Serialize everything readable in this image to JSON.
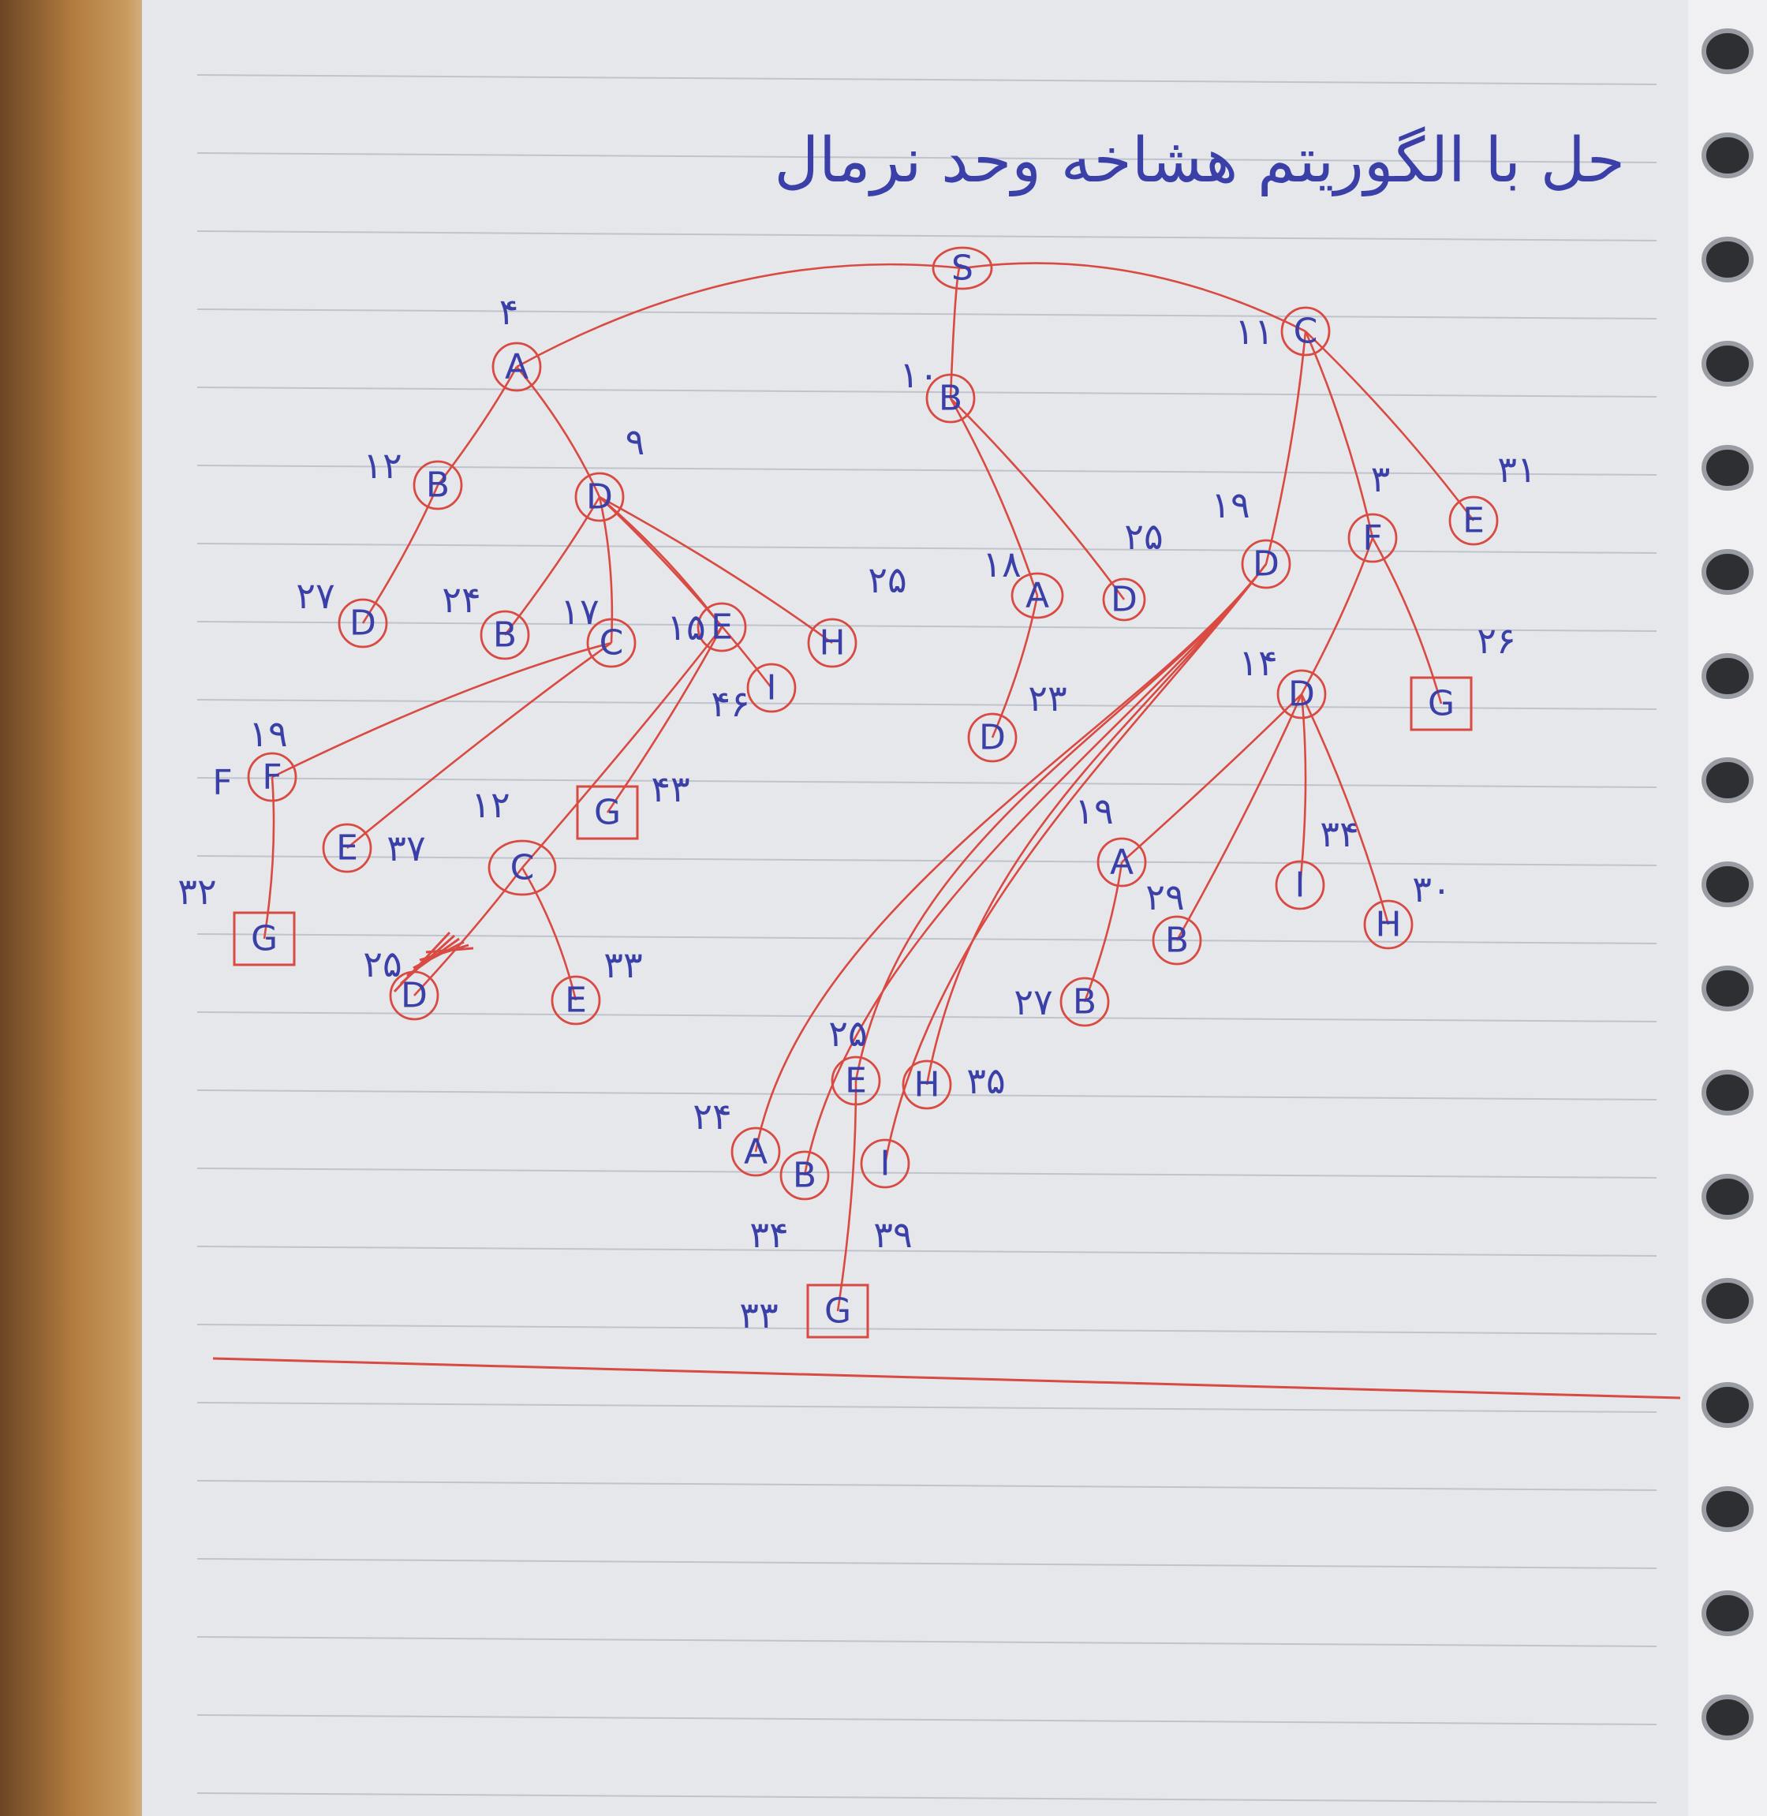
{
  "title": "حل با الگوریتم هشاخه وحد نرمال",
  "nodes": [
    {
      "id": "S",
      "label": "S",
      "num": ""
    },
    {
      "id": "A1",
      "label": "A",
      "num": "۴"
    },
    {
      "id": "B1",
      "label": "B",
      "num": "۱۰"
    },
    {
      "id": "C1",
      "label": "C",
      "num": "۱۱"
    },
    {
      "id": "B2",
      "label": "B",
      "num": "۱۲"
    },
    {
      "id": "D1",
      "label": "D",
      "num": "۹"
    },
    {
      "id": "D2",
      "label": "D",
      "num": "۲۷"
    },
    {
      "id": "B3",
      "label": "B",
      "num": "۲۴"
    },
    {
      "id": "C2",
      "label": "C",
      "num": "۱۷"
    },
    {
      "id": "E1",
      "label": "E",
      "num": "۱۵"
    },
    {
      "id": "H1",
      "label": "H",
      "num": "۲۵"
    },
    {
      "id": "I1",
      "label": "I",
      "num": "۴۶"
    },
    {
      "id": "F1",
      "label": "F",
      "num": "۱۹"
    },
    {
      "id": "E2",
      "label": "E",
      "num": "۳۷"
    },
    {
      "id": "C3",
      "label": "C",
      "num": "۱۲"
    },
    {
      "id": "G1",
      "label": "G",
      "num": "۴۳"
    },
    {
      "id": "G2",
      "label": "G",
      "num": "۳۲"
    },
    {
      "id": "D3",
      "label": "D",
      "num": "۲۵"
    },
    {
      "id": "E3",
      "label": "E",
      "num": "۳۳"
    },
    {
      "id": "A2",
      "label": "A",
      "num": "۱۸"
    },
    {
      "id": "D4",
      "label": "D",
      "num": "۲۵"
    },
    {
      "id": "D5",
      "label": "D",
      "num": "۲۳"
    },
    {
      "id": "D6",
      "label": "D",
      "num": "۱۹"
    },
    {
      "id": "F2",
      "label": "F",
      "num": "۳"
    },
    {
      "id": "E4",
      "label": "E",
      "num": "۳۱"
    },
    {
      "id": "D7",
      "label": "D",
      "num": "۱۴"
    },
    {
      "id": "G3",
      "label": "G",
      "num": "۲۶"
    },
    {
      "id": "A3",
      "label": "A",
      "num": "۱۹"
    },
    {
      "id": "B4",
      "label": "B",
      "num": "۲۹"
    },
    {
      "id": "I2",
      "label": "I",
      "num": "۳۴"
    },
    {
      "id": "H2",
      "label": "H",
      "num": "۳۰"
    },
    {
      "id": "B5",
      "label": "B",
      "num": "۲۷"
    },
    {
      "id": "E5",
      "label": "E",
      "num": "۲۵"
    },
    {
      "id": "H3",
      "label": "H",
      "num": "۳۵"
    },
    {
      "id": "A4",
      "label": "A",
      "num": "۲۴"
    },
    {
      "id": "B6",
      "label": "B",
      "num": "۳۴"
    },
    {
      "id": "I3",
      "label": "I",
      "num": "۳۹"
    },
    {
      "id": "G4",
      "label": "G",
      "num": "۳۳"
    }
  ],
  "extra_labels": [
    {
      "id": "F1_side",
      "text": "F"
    }
  ],
  "edges": [
    [
      "S",
      "A1"
    ],
    [
      "S",
      "B1"
    ],
    [
      "S",
      "C1"
    ],
    [
      "A1",
      "B2"
    ],
    [
      "A1",
      "D1"
    ],
    [
      "B2",
      "D2"
    ],
    [
      "D1",
      "B3"
    ],
    [
      "D1",
      "C2"
    ],
    [
      "D1",
      "E1"
    ],
    [
      "D1",
      "I1"
    ],
    [
      "D1",
      "H1"
    ],
    [
      "C2",
      "F1"
    ],
    [
      "C2",
      "E2"
    ],
    [
      "E1",
      "C3"
    ],
    [
      "E1",
      "G1"
    ],
    [
      "F1",
      "G2"
    ],
    [
      "C3",
      "D3"
    ],
    [
      "C3",
      "E3"
    ],
    [
      "B1",
      "A2"
    ],
    [
      "B1",
      "D4"
    ],
    [
      "A2",
      "D5"
    ],
    [
      "C1",
      "D6"
    ],
    [
      "C1",
      "F2"
    ],
    [
      "C1",
      "E4"
    ],
    [
      "F2",
      "D7"
    ],
    [
      "F2",
      "G3"
    ],
    [
      "D7",
      "A3"
    ],
    [
      "D7",
      "B4"
    ],
    [
      "D7",
      "I2"
    ],
    [
      "D7",
      "H2"
    ],
    [
      "A3",
      "B5"
    ],
    [
      "D6",
      "A4"
    ],
    [
      "D6",
      "B6"
    ],
    [
      "D6",
      "E5"
    ],
    [
      "D6",
      "I3"
    ],
    [
      "D6",
      "H3"
    ],
    [
      "E5",
      "G4"
    ]
  ],
  "goal_nodes": [
    "G1",
    "G2",
    "G3",
    "G4"
  ],
  "crossed_out": [
    "D3"
  ]
}
